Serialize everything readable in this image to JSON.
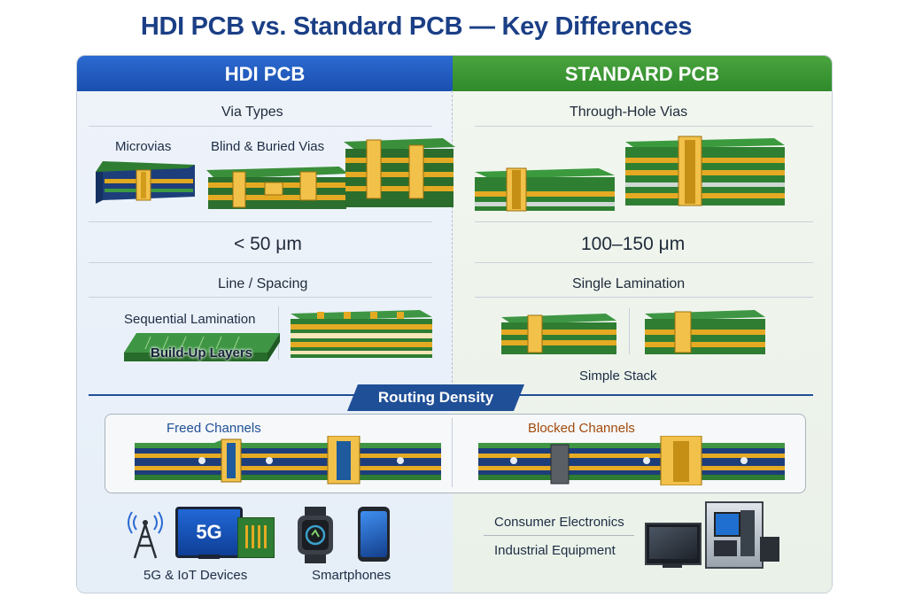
{
  "title": "HDI PCB vs. Standard PCB — Key Differences",
  "columns": {
    "hdi": {
      "header": "HDI PCB",
      "via_types_label": "Via Types",
      "microvias_label": "Microvias",
      "blind_buried_label": "Blind & Buried Vias",
      "line_value": "< 50 μm",
      "line_spacing_label": "Line / Spacing",
      "sequential_label": "Sequential Lamination",
      "buildup_label": "Build-Up Layers",
      "routing_label": "Freed Channels",
      "apps": [
        "5G & IoT Devices",
        "Smartphones"
      ],
      "screen_text": "5G"
    },
    "standard": {
      "header": "STANDARD PCB",
      "via_types_label": "Through-Hole Vias",
      "line_value": "100–150 μm",
      "lamination_label": "Single Lamination",
      "stack_label": "Simple Stack",
      "routing_label": "Blocked Channels",
      "apps": [
        "Consumer Electronics",
        "Industrial Equipment"
      ]
    }
  },
  "routing_density_label": "Routing Density",
  "colors": {
    "hdi_header": "#1f5bc4",
    "standard_header": "#3d9a36",
    "title": "#1b3f86",
    "board_green": "#2e7d32",
    "copper": "#e0a91e",
    "substrate": "#1d3e7a"
  }
}
